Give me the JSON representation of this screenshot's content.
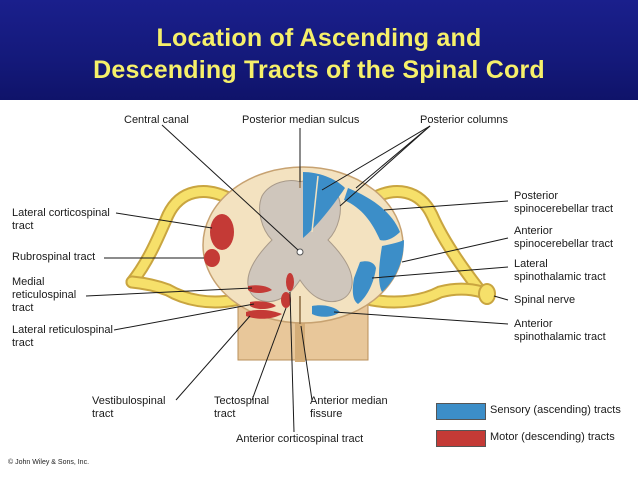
{
  "title": {
    "line1": "Location of Ascending and",
    "line2": "Descending Tracts of the Spinal Cord"
  },
  "labels": {
    "central_canal": "Central canal",
    "posterior_median_sulcus": "Posterior median sulcus",
    "posterior_columns": "Posterior columns",
    "lateral_corticospinal_1": "Lateral corticospinal",
    "lateral_corticospinal_2": "tract",
    "rubrospinal": "Rubrospinal tract",
    "medial_reticulospinal_1": "Medial",
    "medial_reticulospinal_2": "reticulospinal",
    "medial_reticulospinal_3": "tract",
    "lateral_reticulospinal_1": "Lateral reticulospinal",
    "lateral_reticulospinal_2": "tract",
    "vestibulospinal_1": "Vestibulospinal",
    "vestibulospinal_2": "tract",
    "tectospinal_1": "Tectospinal",
    "tectospinal_2": "tract",
    "anterior_median_fissure_1": "Anterior median",
    "anterior_median_fissure_2": "fissure",
    "anterior_corticospinal": "Anterior corticospinal tract",
    "posterior_spinocerebellar_1": "Posterior",
    "posterior_spinocerebellar_2": "spinocerebellar tract",
    "anterior_spinocerebellar_1": "Anterior",
    "anterior_spinocerebellar_2": "spinocerebellar tract",
    "lateral_spinothalamic_1": "Lateral",
    "lateral_spinothalamic_2": "spinothalamic tract",
    "spinal_nerve": "Spinal nerve",
    "anterior_spinothalamic_1": "Anterior",
    "anterior_spinothalamic_2": "spinothalamic tract"
  },
  "legend": {
    "sensory": {
      "label": "Sensory (ascending) tracts",
      "color": "#3c8ec8"
    },
    "motor": {
      "label": "Motor (descending) tracts",
      "color": "#c43a36"
    }
  },
  "copyright": "© John Wiley & Sons, Inc.",
  "colors": {
    "title_bg": "#14197a",
    "title_text": "#f6f06a",
    "white_matter": "#f3e2c0",
    "gray_matter": "#cfc6bc",
    "nerve": "#f6e06a",
    "sensory": "#3c8ec8",
    "motor": "#c43a36"
  }
}
